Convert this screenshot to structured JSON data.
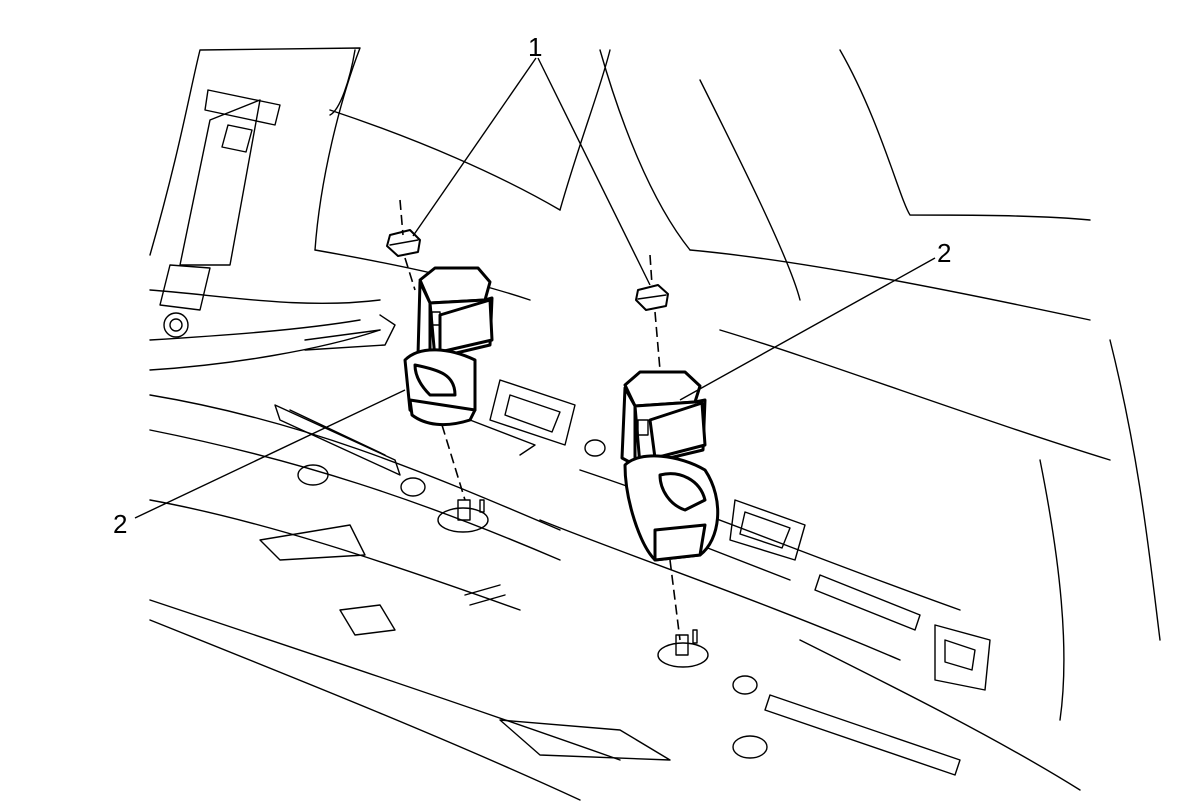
{
  "callouts": {
    "nut": "1",
    "buckle_left": "2",
    "buckle_right": "2"
  },
  "colors": {
    "line": "#000000",
    "background": "#ffffff"
  }
}
